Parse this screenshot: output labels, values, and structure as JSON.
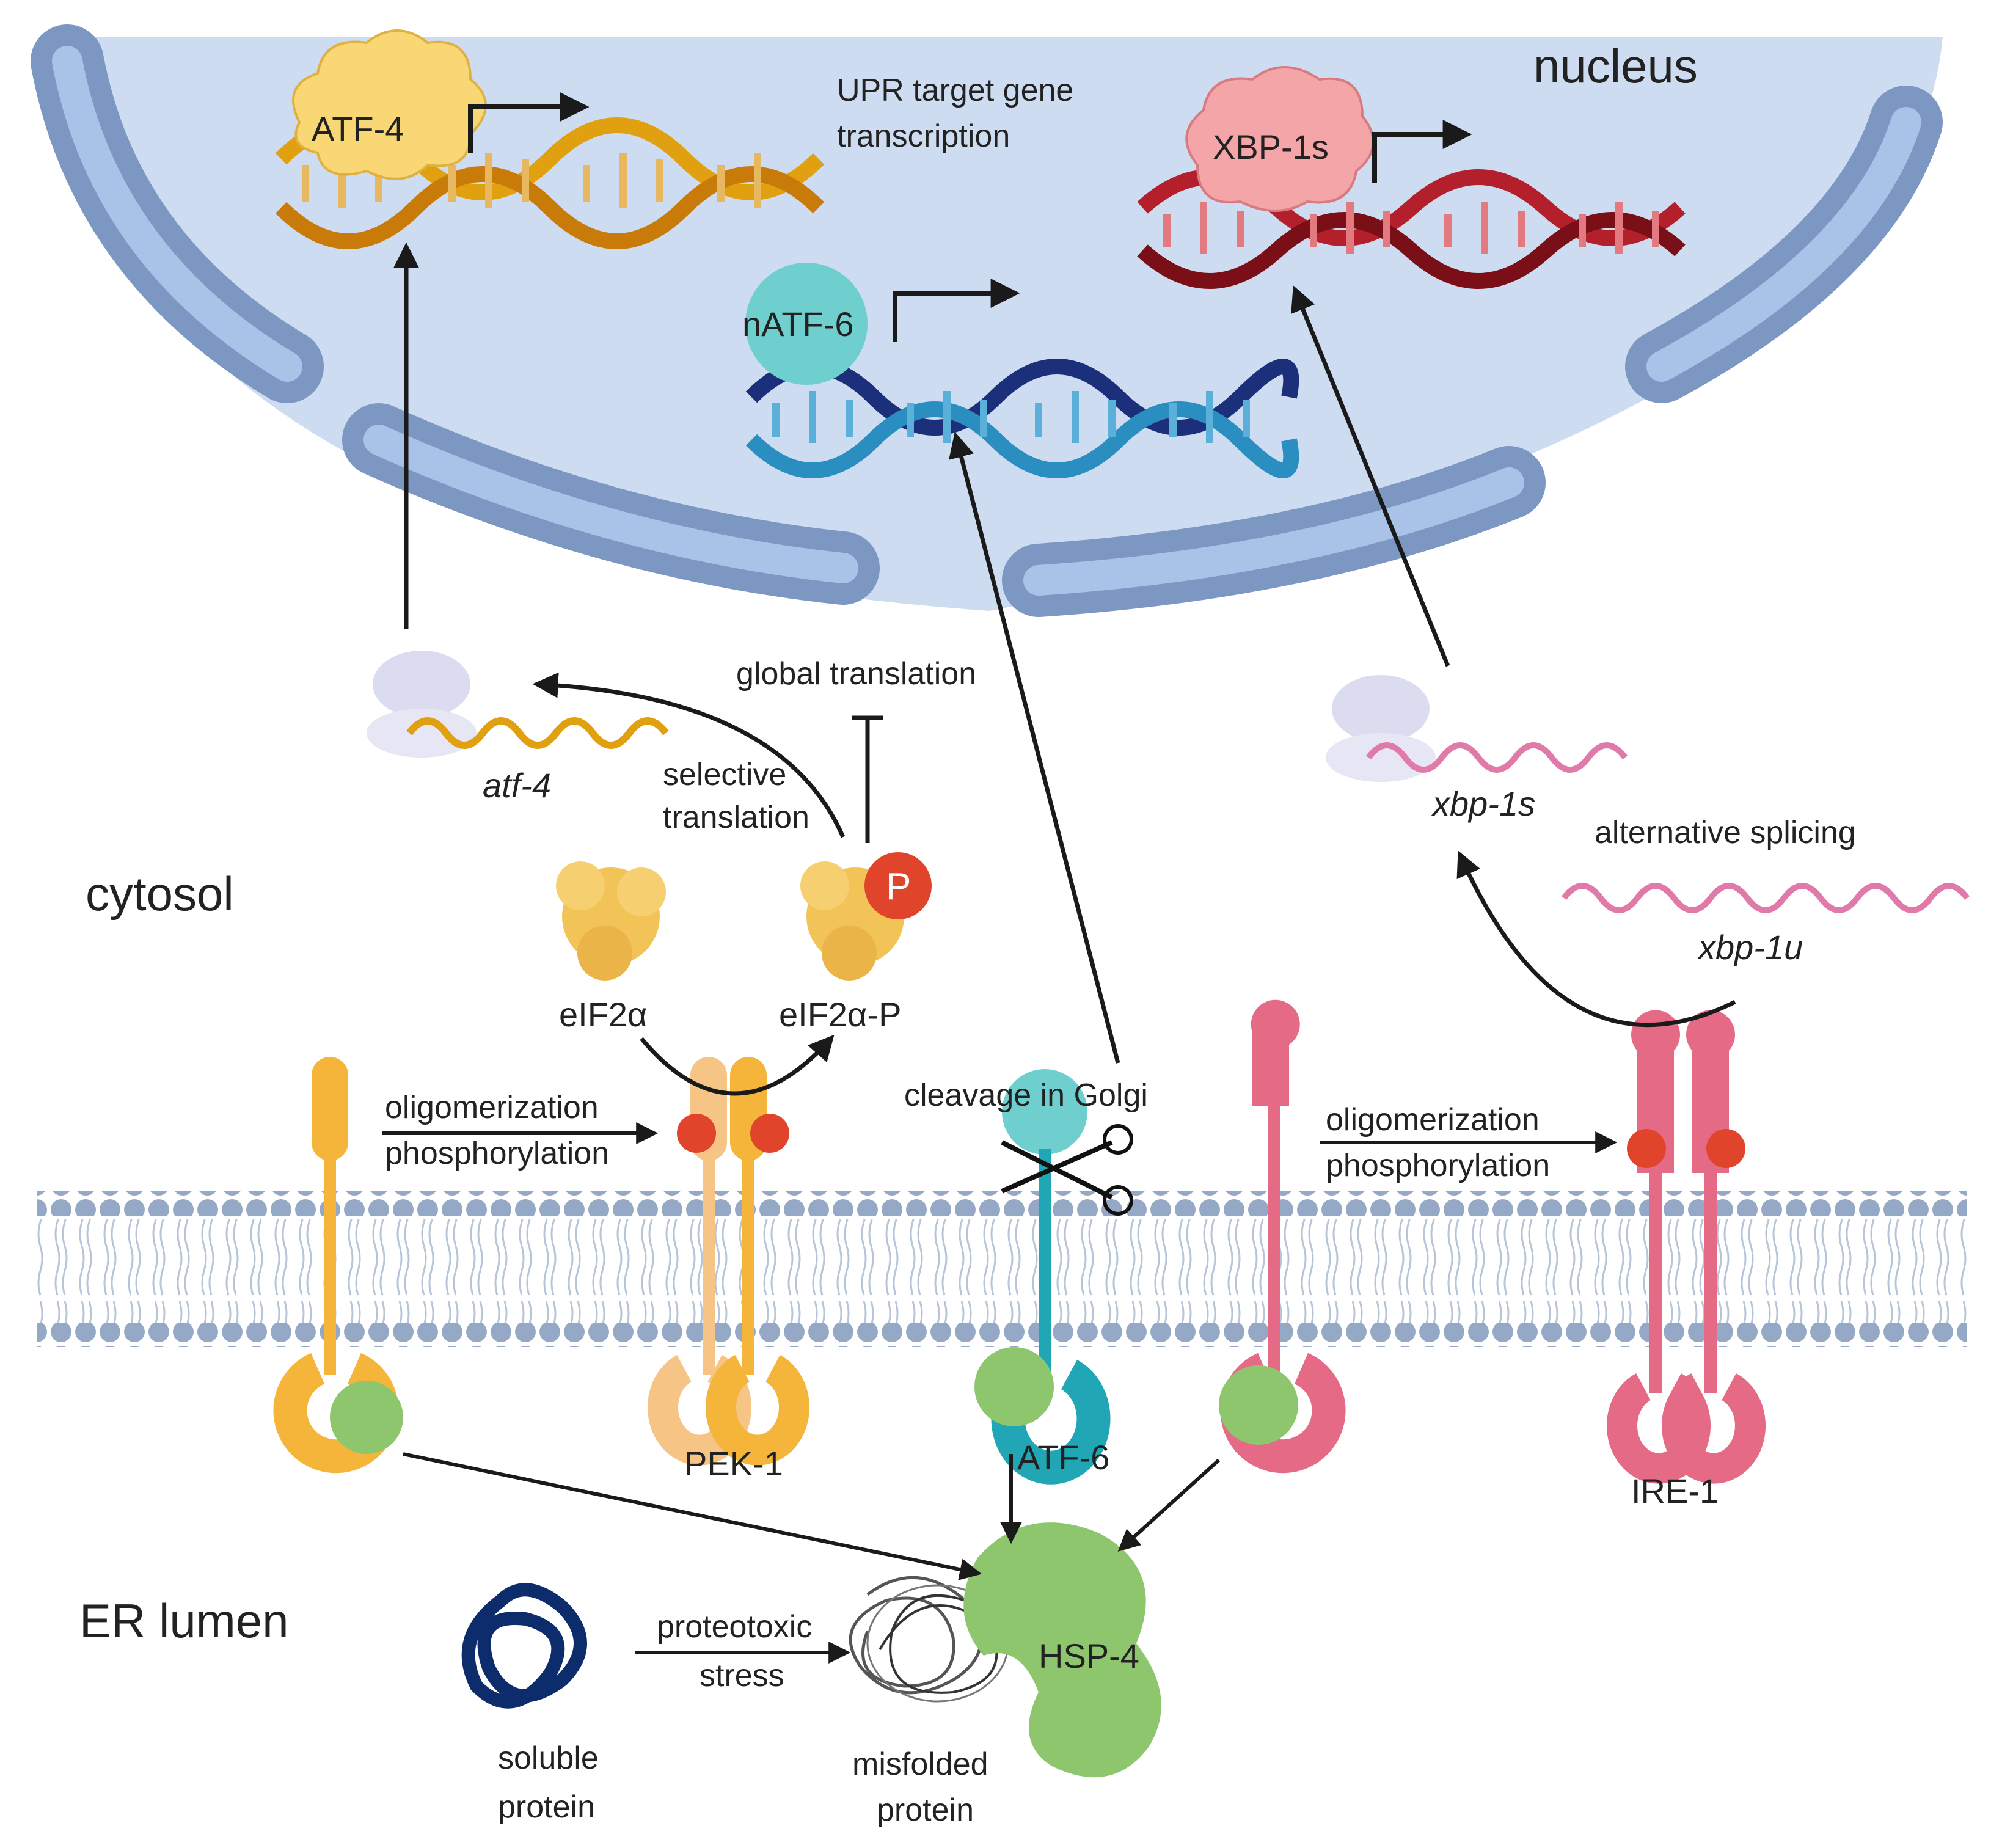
{
  "compartments": {
    "nucleus": "nucleus",
    "cytosol": "cytosol",
    "er_lumen": "ER lumen"
  },
  "nucleus_text": {
    "upr_line1": "UPR target gene",
    "upr_line2": "transcription"
  },
  "transcription_factors": {
    "atf4": "ATF-4",
    "natf6": "nATF-6",
    "xbp1s": "XBP-1s"
  },
  "mrna": {
    "atf4": "atf-4",
    "xbp1s": "xbp-1s",
    "xbp1u": "xbp-1u"
  },
  "process_labels": {
    "global_translation": "global translation",
    "selective_line1": "selective",
    "selective_line2": "translation",
    "alternative_splicing": "alternative splicing",
    "oligomerization": "oligomerization",
    "phosphorylation": "phosphorylation",
    "cleavage_in_golgi": "cleavage in Golgi",
    "proteotoxic_line1": "proteotoxic",
    "proteotoxic_line2": "stress"
  },
  "molecules": {
    "eif2a": "eIF2α",
    "eif2a_p": "eIF2α-P",
    "phospho": "P"
  },
  "sensors": {
    "pek1": "PEK-1",
    "atf6": "ATF-6",
    "ire1": "IRE-1"
  },
  "lumen": {
    "hsp4": "HSP-4",
    "soluble_line1": "soluble",
    "soluble_line2": "protein",
    "misfolded_line1": "misfolded",
    "misfolded_line2": "protein"
  },
  "colors": {
    "nucleus_fill": "#cddcf0",
    "envelope": "#8aa5cc",
    "membrane_head": "#95a9c6",
    "pek_orange": "#f5b43a",
    "pek_light": "#f6c586",
    "atf6_teal": "#20a6b4",
    "atf6_head": "#6fcfcf",
    "ire_pink": "#e56a86",
    "chaperone_green": "#8ec66d",
    "phospho_red": "#e0452c",
    "dna_gold": "#e0a010",
    "dna_red": "#b3202c",
    "dna_navy": "#1c2f7a",
    "xbp_mrna": "#e07aa8"
  }
}
